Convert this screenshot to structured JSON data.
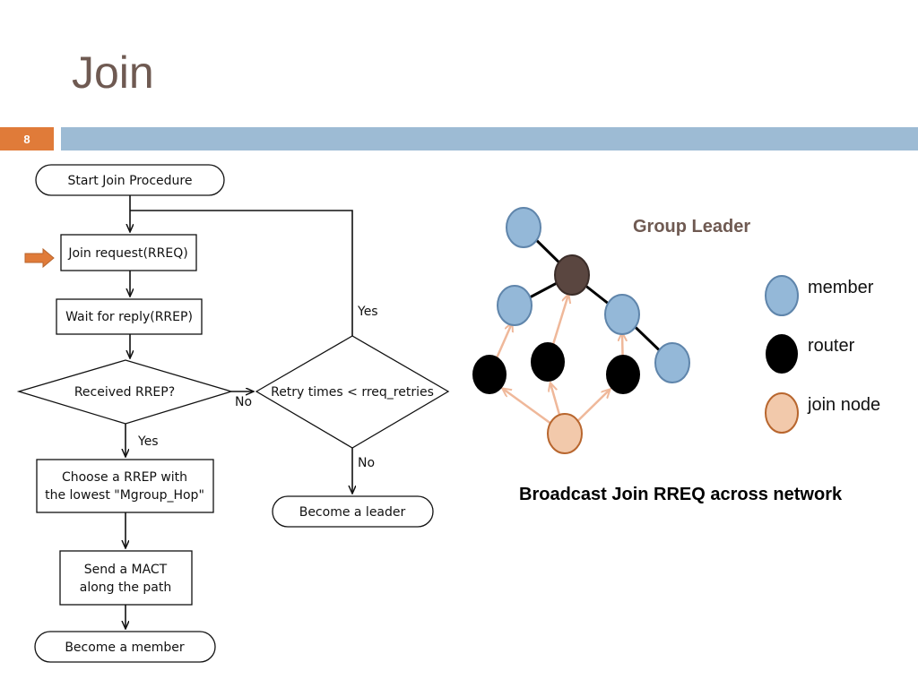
{
  "slide": {
    "title": "Join",
    "page_number": "8"
  },
  "flowchart": {
    "start": "Start Join Procedure",
    "join_request": "Join request(RREQ)",
    "wait_reply": "Wait for reply(RREP)",
    "received": "Received RREP?",
    "choose_line1": "Choose a RREP with",
    "choose_line2": "the lowest \"Mgroup_Hop\"",
    "send_line1": "Send a MACT",
    "send_line2": "along the path",
    "become_member": "Become a member",
    "retry": "Retry times < rreq_retries",
    "become_leader": "Become a leader",
    "label_yes_retry": "Yes",
    "label_no_received": "No",
    "label_yes_received": "Yes",
    "label_no_retry": "No"
  },
  "network": {
    "group_leader": "Group Leader",
    "caption": "Broadcast Join RREQ across network",
    "legend": {
      "member": "member",
      "router": "router",
      "join_node": "join node"
    }
  },
  "colors": {
    "title": "#6f5a52",
    "accent_orange": "#e07b39",
    "bar_blue": "#9dbbd4",
    "member_fill": "#94b8d8",
    "member_stroke": "#5f85ab",
    "router_fill": "#000000",
    "leader_fill": "#5a4640",
    "join_fill": "#f2c9ab",
    "join_stroke": "#b8662e",
    "arrow_peach": "#efb89a"
  },
  "icons": {
    "pointer": "right-arrow-icon"
  }
}
